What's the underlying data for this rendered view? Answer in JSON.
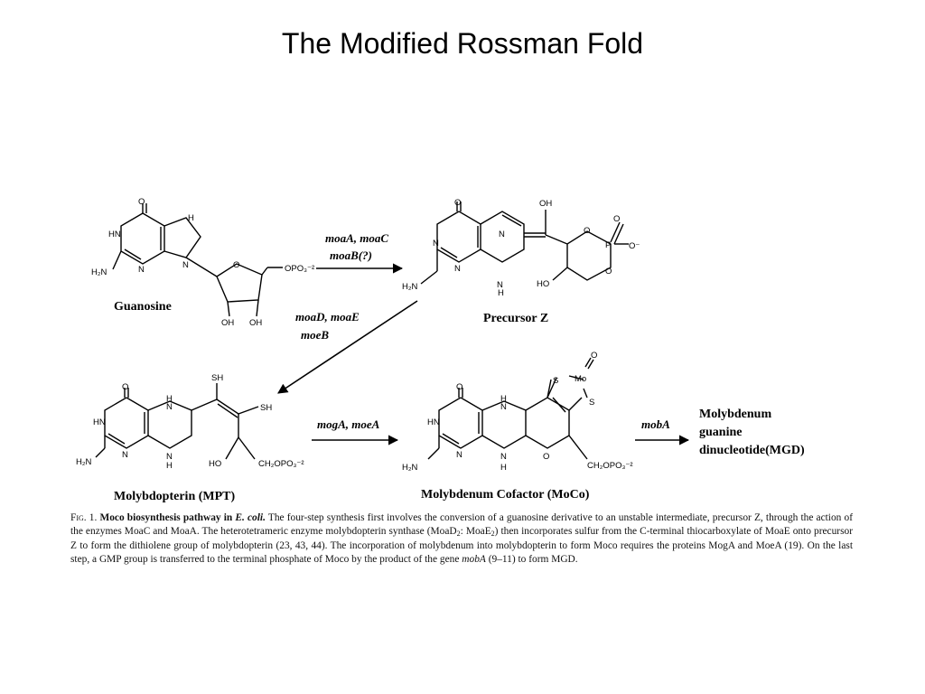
{
  "slide_title": "The Modified Rossman Fold",
  "compounds": {
    "guanosine": "Guanosine",
    "precursor_z": "Precursor Z",
    "mpt": "Molybdopterin (MPT)",
    "moco": "Molybdenum Cofactor (MoCo)",
    "mgd_lines": [
      "Molybdenum",
      "guanine",
      "dinucleotide(MGD)"
    ]
  },
  "enzymes": {
    "step1": [
      "moaA, moaC",
      "moaB(?)"
    ],
    "step2": [
      "moaD, moaE",
      "moeB"
    ],
    "step3": "mogA, moeA",
    "step4": "mobA"
  },
  "atoms": {
    "O": "O",
    "N": "N",
    "H": "H",
    "HN": "HN",
    "H2N": "H₂N",
    "OH": "OH",
    "HO": "HO",
    "SH": "SH",
    "S": "S",
    "Mo": "Mo",
    "P": "P",
    "Ominus": "O⁻",
    "OPO3": "OPO₃⁻²",
    "CH2OPO3": "CH₂OPO₃⁻²"
  },
  "caption": {
    "fig_label": "Fig. 1.",
    "bold_title_1": "Moco biosynthesis pathway in",
    "bold_title_italic": "E. coli.",
    "p1": "The four-step synthesis first involves the conversion of a guanosine derivative to an unstable intermediate, precursor Z, through the action of the enzymes MoaC and MoaA. The heterotetrameric enzyme molybdopterin synthase (MoaD",
    "sub1": "2",
    "p2": ":",
    "p3": "MoaE",
    "sub2": "2",
    "p4": ") then incorporates sulfur from the C-terminal thiocarboxylate of MoaE onto precursor Z to form the dithiolene group of molybdopterin (23, 43, 44). The incorporation of molybdenum into molybdopterin to form Moco requires the proteins MogA and MoeA (19). On the last step, a GMP group is transferred to the terminal phosphate of Moco by the product of the gene",
    "gene_italic": "mobA",
    "p5": "(9–11) to form MGD."
  }
}
